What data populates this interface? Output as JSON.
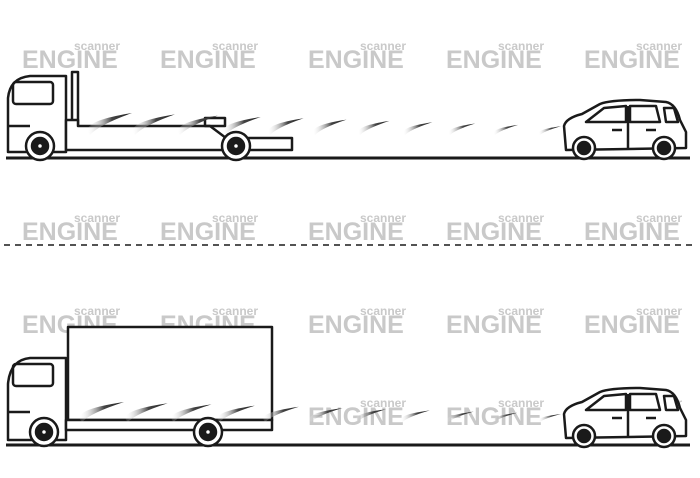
{
  "watermark": {
    "main": "ENGINE",
    "sub": "scanner",
    "color": "#c9c9c9"
  },
  "scenes": [
    {
      "vehicle": "flatbed-truck",
      "target": "compact-car",
      "signal": "radar-waves"
    },
    {
      "vehicle": "box-truck",
      "target": "compact-car",
      "signal": "radar-waves"
    }
  ],
  "separator": "dashed-line",
  "colors": {
    "line": "#1a1a1a",
    "wave": "#7a7a7a",
    "background": "#ffffff"
  }
}
